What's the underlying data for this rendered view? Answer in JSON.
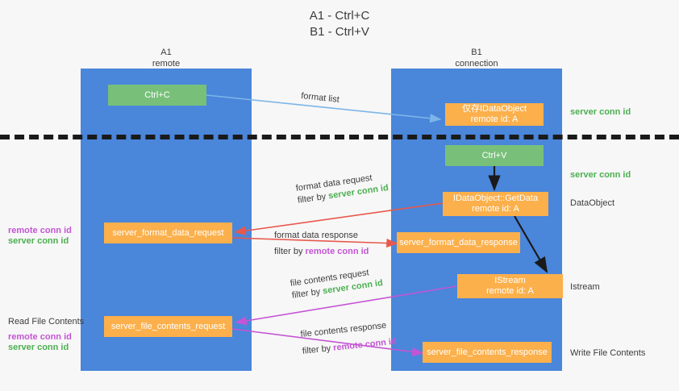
{
  "title": {
    "line1": "A1 - Ctrl+C",
    "line2": "B1 - Ctrl+V"
  },
  "columns": [
    {
      "name": "A1",
      "sub": "remote"
    },
    {
      "name": "B1",
      "sub": "connection"
    }
  ],
  "boxes": {
    "ctrl_c": "Ctrl+C",
    "ctrl_v": "Ctrl+V",
    "idataobject_title": "仅存IDataObject",
    "idataobject_sub": "remote id: A",
    "getdata_title": "IDataObject::GetData",
    "getdata_sub": "remote id: A",
    "istream_title": "IStream",
    "istream_sub": "remote id: A",
    "server_format_data_request": "server_format_data_request",
    "server_format_data_response": "server_format_data_response",
    "server_file_contents_request": "server_file_contents_request",
    "server_file_contents_response": "server_file_contents_response"
  },
  "right_labels": {
    "server_conn_id_top": "server conn id",
    "server_conn_id_mid": "server conn id",
    "dataobject": "DataObject",
    "istream": "Istream",
    "write_file_contents": "Write File Contents"
  },
  "left_labels": {
    "remote_conn_id_1": "remote conn id",
    "server_conn_id_1": "server conn id",
    "read_file_contents": "Read File Contents",
    "remote_conn_id_2": "remote conn id",
    "server_conn_id_2": "server conn id"
  },
  "annotations": {
    "format_list": "format list",
    "format_data_request": "format data request",
    "filter_by": "filter by",
    "format_data_response": "format data response",
    "file_contents_request": "file contents request",
    "file_contents_response": "file contents response",
    "server_conn_id": "server conn id",
    "remote_conn_id": "remote conn id"
  },
  "colors": {
    "lane": "#4a86da",
    "green_box": "#78c07a",
    "orange_box": "#fbb04c",
    "green_text": "#4caf50",
    "magenta_text": "#c455d4",
    "arrow_blue": "#7cb5e8",
    "arrow_red": "#e8584c",
    "arrow_magenta": "#c455d4",
    "arrow_black": "#1a1a1a",
    "divider": "#1a1a1a",
    "background": "#f7f7f7"
  }
}
